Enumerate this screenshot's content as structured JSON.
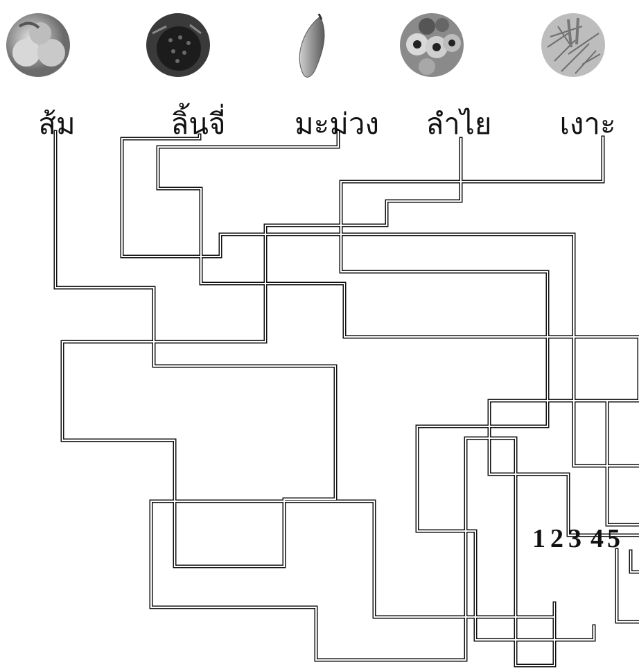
{
  "fruits": [
    {
      "label": "ส้ม",
      "icon": "orange-image"
    },
    {
      "label": "ลิ้นจี่",
      "icon": "lychee-image"
    },
    {
      "label": "มะม่วง",
      "icon": "mango-image"
    },
    {
      "label": "ลำไย",
      "icon": "longan-image"
    },
    {
      "label": "เงาะ",
      "icon": "rambutan-image"
    }
  ],
  "numbers": [
    "1",
    "2",
    "3",
    "4",
    "5"
  ]
}
